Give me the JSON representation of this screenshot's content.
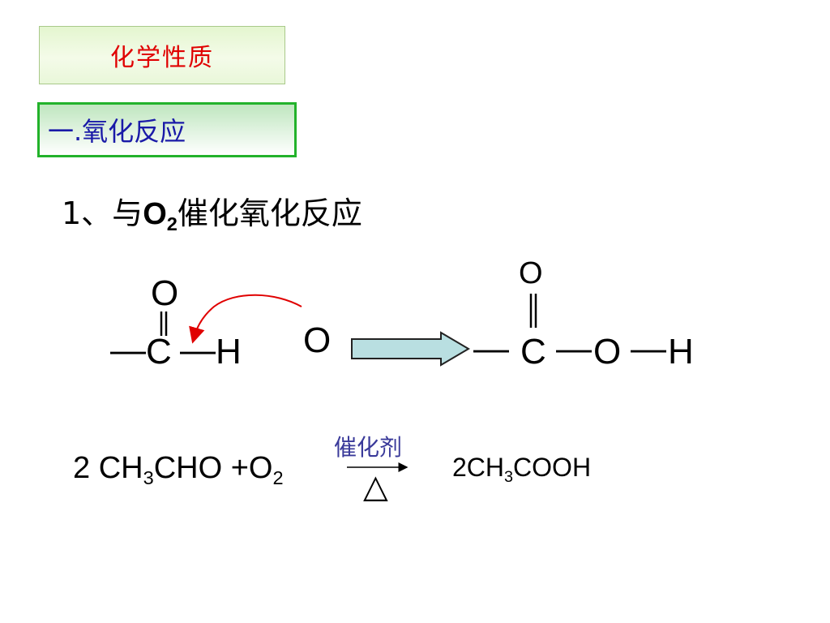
{
  "title_box": {
    "text": "化学性质"
  },
  "section_box": {
    "text": "一.氧化反应"
  },
  "heading": {
    "prefix": "1、与",
    "o": "O",
    "sub": "2",
    "suffix": "催化氧化反应"
  },
  "reactant": {
    "top_o": "O",
    "bond_left": "—",
    "c": "C",
    "bond_mid": "—",
    "h": "H"
  },
  "oxygen_atom": "O",
  "product": {
    "top_o": "O",
    "bond_left": "—",
    "c": "C",
    "bond1": "—",
    "o": "O",
    "bond2": "—",
    "h": "H"
  },
  "equation": {
    "coef": "2",
    "ch": "CH",
    "sub3": "3",
    "cho": "CHO",
    "plus_o": "+O",
    "sub2": "2",
    "catalyst": "催化剂",
    "condition": "△",
    "product_coef_ch": "2CH",
    "product_sub3": "3",
    "product_cooh": "COOH"
  },
  "colors": {
    "title_text": "#e00000",
    "section_text": "#1a1aa8",
    "section_border": "#22b22a",
    "curve_arrow": "#e00000",
    "big_arrow_fill": "#b9dfe1"
  }
}
